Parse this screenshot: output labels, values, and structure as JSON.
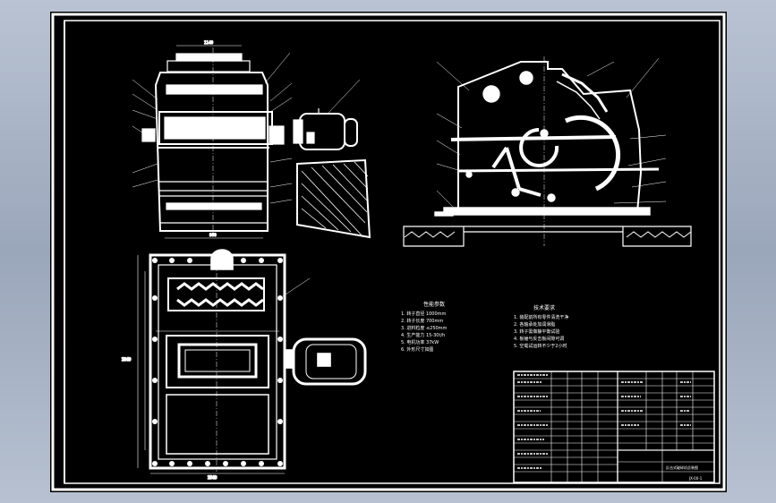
{
  "drawing": {
    "colors": {
      "background": "#000000",
      "line": "#ffffff",
      "desktop": "#a9b4c6"
    },
    "dimensions": {
      "top_width": "1140",
      "base_width": "960",
      "plan_height": "1840",
      "plan_width": "1540"
    },
    "tech_req_title": "技术要求",
    "tech_req_lines": [
      "1. 装配前所有零件清洗干净",
      "2. 各轴承处加润滑脂",
      "3. 转子需做静平衡试验",
      "4. 板锤与反击板间隙可调",
      "5. 空载试运转不少于2小时"
    ],
    "perf_title": "性能参数",
    "perf_lines": [
      "1. 转子直径 1000mm",
      "2. 转子长度 700mm",
      "3. 进料粒度 ≤250mm",
      "4. 生产能力 15-30t/h",
      "5. 电机功率 37kW",
      "6. 外形尺寸如图"
    ],
    "title_block": {
      "name": "反击式破碎机总装图",
      "drawing_no": "JX-00-1"
    }
  }
}
